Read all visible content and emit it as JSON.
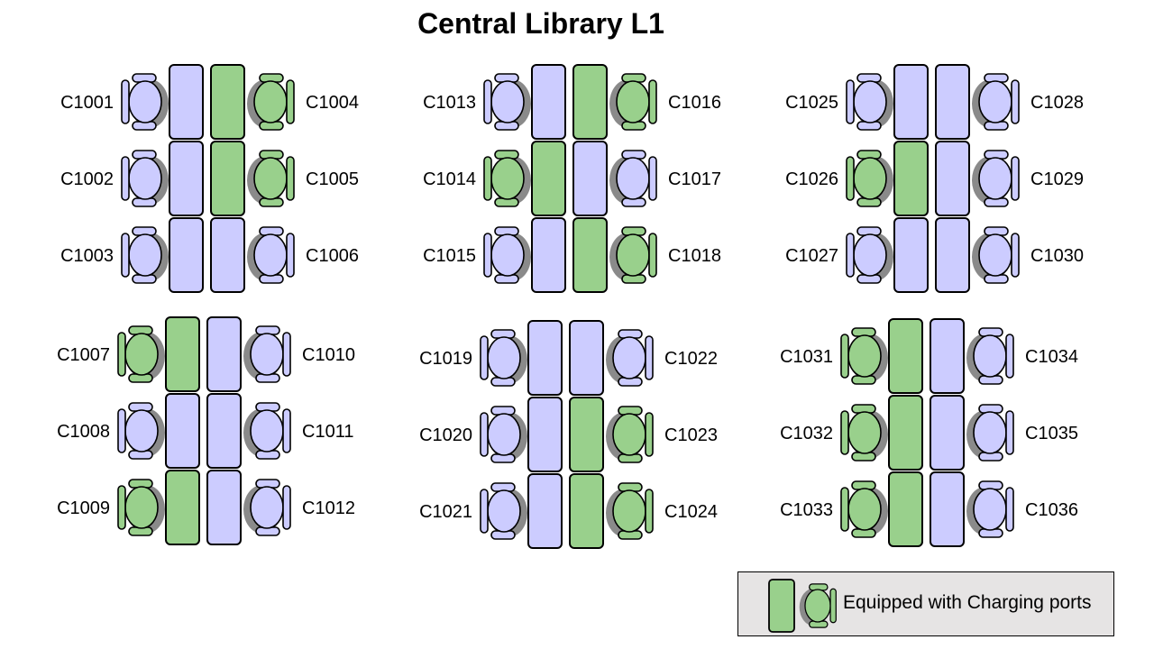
{
  "title": "Central Library L1",
  "colors": {
    "standard": "#ccccff",
    "charging": "#99d08c",
    "shadow": "#8a8a8a",
    "outline": "#000000",
    "legend_bg": "#e6e4e4"
  },
  "clusters": [
    {
      "seats": [
        {
          "id": "C1001",
          "charging": false
        },
        {
          "id": "C1002",
          "charging": false
        },
        {
          "id": "C1003",
          "charging": false
        },
        {
          "id": "C1004",
          "charging": true
        },
        {
          "id": "C1005",
          "charging": true
        },
        {
          "id": "C1006",
          "charging": false
        }
      ]
    },
    {
      "seats": [
        {
          "id": "C1013",
          "charging": false
        },
        {
          "id": "C1014",
          "charging": true
        },
        {
          "id": "C1015",
          "charging": false
        },
        {
          "id": "C1016",
          "charging": true
        },
        {
          "id": "C1017",
          "charging": false
        },
        {
          "id": "C1018",
          "charging": true
        }
      ]
    },
    {
      "seats": [
        {
          "id": "C1025",
          "charging": false
        },
        {
          "id": "C1026",
          "charging": true
        },
        {
          "id": "C1027",
          "charging": false
        },
        {
          "id": "C1028",
          "charging": false
        },
        {
          "id": "C1029",
          "charging": false
        },
        {
          "id": "C1030",
          "charging": false
        }
      ]
    },
    {
      "seats": [
        {
          "id": "C1007",
          "charging": true
        },
        {
          "id": "C1008",
          "charging": false
        },
        {
          "id": "C1009",
          "charging": true
        },
        {
          "id": "C1010",
          "charging": false
        },
        {
          "id": "C1011",
          "charging": false
        },
        {
          "id": "C1012",
          "charging": false
        }
      ]
    },
    {
      "seats": [
        {
          "id": "C1019",
          "charging": false
        },
        {
          "id": "C1020",
          "charging": false
        },
        {
          "id": "C1021",
          "charging": false
        },
        {
          "id": "C1022",
          "charging": false
        },
        {
          "id": "C1023",
          "charging": true
        },
        {
          "id": "C1024",
          "charging": true
        }
      ]
    },
    {
      "seats": [
        {
          "id": "C1031",
          "charging": true
        },
        {
          "id": "C1032",
          "charging": true
        },
        {
          "id": "C1033",
          "charging": true
        },
        {
          "id": "C1034",
          "charging": false
        },
        {
          "id": "C1035",
          "charging": false
        },
        {
          "id": "C1036",
          "charging": false
        }
      ]
    }
  ],
  "legend": {
    "label": "Equipped with Charging ports"
  }
}
